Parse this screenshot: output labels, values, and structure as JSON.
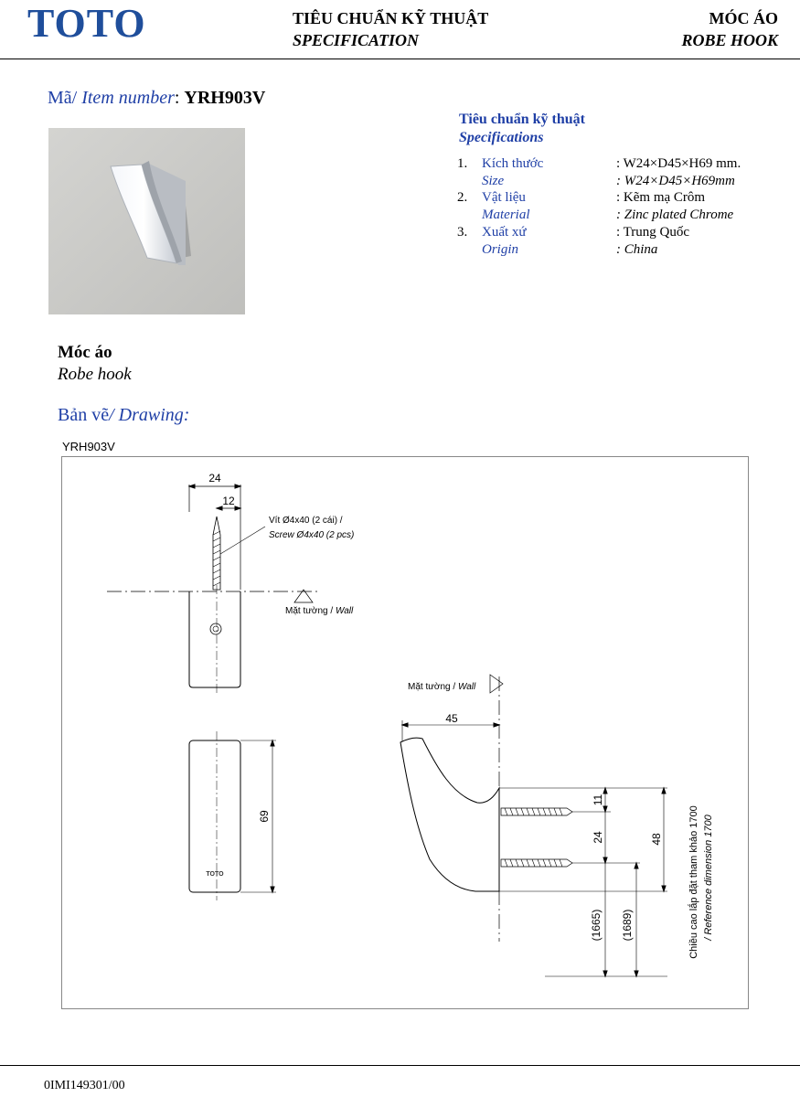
{
  "header": {
    "logo": "TOTO",
    "spec_vi": "TIÊU CHUẨN KỸ THUẬT",
    "spec_en": "SPECIFICATION",
    "product_vi": "MÓC ÁO",
    "product_en": "ROBE HOOK"
  },
  "item": {
    "label_vi": "Mã/",
    "label_en": " Item number",
    "colon": ": ",
    "number": "YRH903V"
  },
  "specifications": {
    "title_vi": "Tiêu chuẩn kỹ thuật",
    "title_en": "Specifications",
    "rows": [
      {
        "num": "1.",
        "label_vi": "Kích thước",
        "label_en": "Size",
        "value_vi": ": W24×D45×H69 mm.",
        "value_en": ": W24×D45×H69mm"
      },
      {
        "num": "2.",
        "label_vi": "Vật liệu",
        "label_en": "Material",
        "value_vi": ": Kẽm mạ Crôm",
        "value_en": ": Zinc plated Chrome"
      },
      {
        "num": "3.",
        "label_vi": "Xuất xứ",
        "label_en": "Origin",
        "value_vi": ": Trung Quốc",
        "value_en": ": China"
      }
    ]
  },
  "product_name": {
    "vi": "Móc áo",
    "en": "Robe hook"
  },
  "drawing": {
    "title_vi": "Bản vẽ",
    "title_en": "/ Drawing:",
    "model_label": "YRH903V",
    "dims": {
      "width": "24",
      "half": "12",
      "height": "69",
      "depth": "45",
      "top_offset": "11",
      "screw_spacing": "24",
      "overall": "48",
      "ref_low": "(1665)",
      "ref_high": "(1689)"
    },
    "screw_note_vi": "Vít Ø4x40 (2 cái) /",
    "screw_note_en": "Screw Ø4x40 (2 pcs)",
    "wall_vi": "Mặt tường / ",
    "wall_en": "Wall",
    "ref_note_vi": "Chiều cao lắp đặt tham khảo 1700",
    "ref_note_en": "/ Reference dimension 1700",
    "small_logo": "TOTO"
  },
  "footer": {
    "doc_number": "0IMI149301/00"
  }
}
